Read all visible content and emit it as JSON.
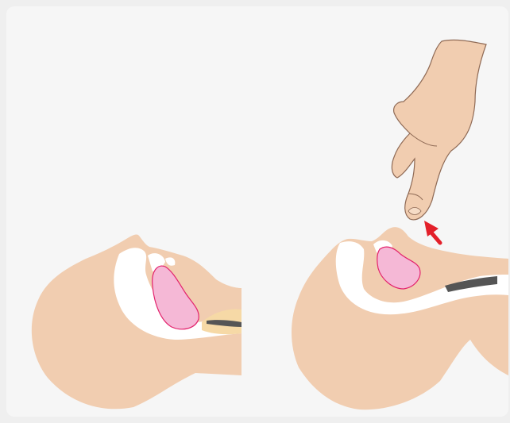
{
  "figure": {
    "panels": [
      {
        "id": "left",
        "state": "airway-obstructed"
      },
      {
        "id": "right",
        "state": "airway-open-chin-lift"
      }
    ],
    "colors": {
      "page_bg": "#efefef",
      "panel_bg": "#f6f6f6",
      "skin": "#f1cdb0",
      "skin_outline": "#8f6a55",
      "airway_white": "#ffffff",
      "tongue_fill": "#f5b8d6",
      "tongue_outline": "#e3236d",
      "trachea": "#555555",
      "throat_highlight": "#f6d9a6",
      "arrow": "#e3202a"
    },
    "icons": {
      "hand": "hand-icon",
      "arrow": "arrow-icon"
    }
  }
}
